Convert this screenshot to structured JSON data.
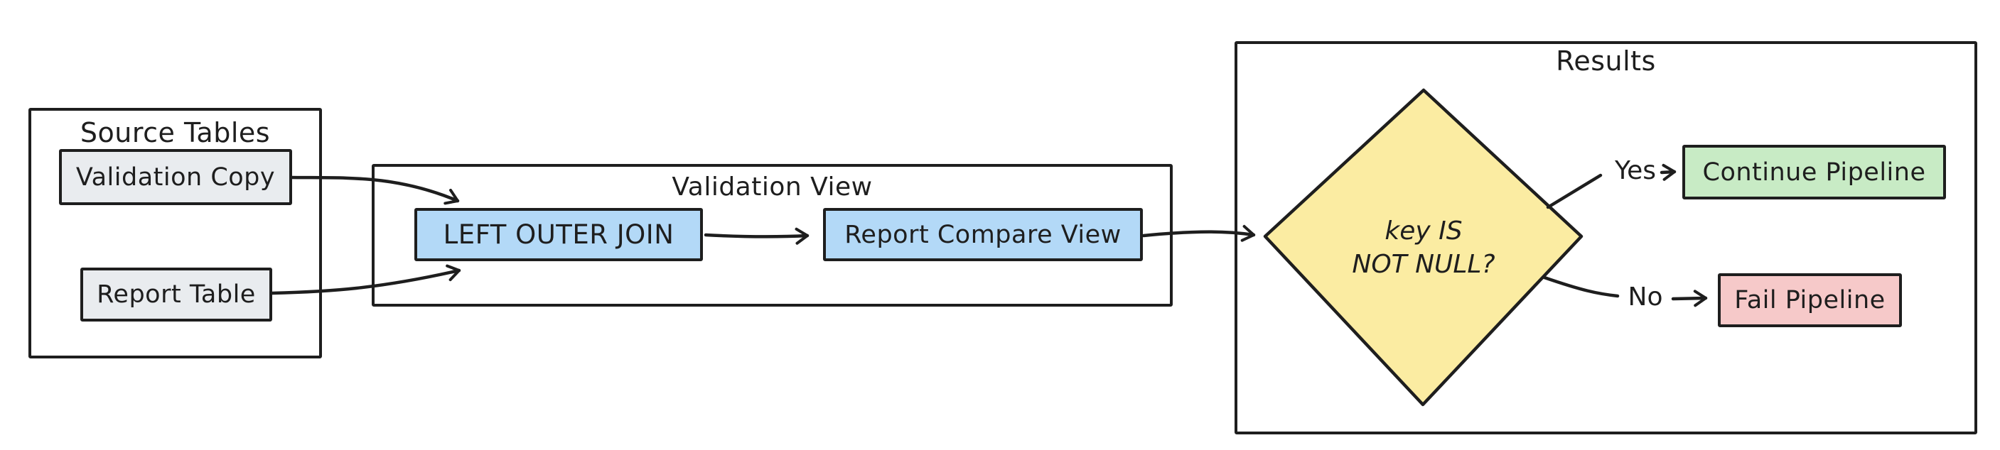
{
  "diagram": {
    "containers": {
      "source": {
        "title": "Source Tables"
      },
      "validation": {
        "title": "Validation View"
      },
      "results": {
        "title": "Results"
      }
    },
    "nodes": {
      "validation_copy": {
        "label": "Validation Copy",
        "fill": "#e9ecef"
      },
      "report_table": {
        "label": "Report Table",
        "fill": "#e9ecef"
      },
      "left_outer_join": {
        "label": "LEFT OUTER JOIN",
        "fill": "#b3d9f7"
      },
      "report_compare_view": {
        "label": "Report Compare View",
        "fill": "#b3d9f7"
      },
      "decision": {
        "label_line1": "key IS",
        "label_line2": "NOT NULL?",
        "fill": "#fbeca2"
      },
      "continue_pipeline": {
        "label": "Continue Pipeline",
        "fill": "#c8ebc5"
      },
      "fail_pipeline": {
        "label": "Fail Pipeline",
        "fill": "#f6c9c9"
      }
    },
    "edge_labels": {
      "yes": "Yes",
      "no": "No"
    },
    "colors": {
      "stroke": "#1e1e1e",
      "background": "#ffffff"
    }
  }
}
